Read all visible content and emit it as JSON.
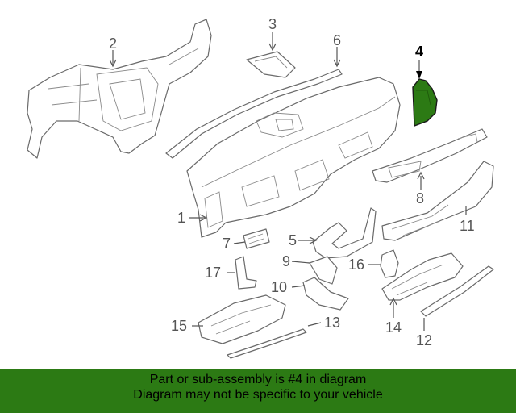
{
  "diagram": {
    "highlighted_callout": "4",
    "highlight_color": "#2c7a14",
    "callouts": [
      {
        "id": "c1",
        "label": "1"
      },
      {
        "id": "c2",
        "label": "2"
      },
      {
        "id": "c3",
        "label": "3"
      },
      {
        "id": "c4",
        "label": "4"
      },
      {
        "id": "c5",
        "label": "5"
      },
      {
        "id": "c6",
        "label": "6"
      },
      {
        "id": "c7",
        "label": "7"
      },
      {
        "id": "c8",
        "label": "8"
      },
      {
        "id": "c9",
        "label": "9"
      },
      {
        "id": "c10",
        "label": "10"
      },
      {
        "id": "c11",
        "label": "11"
      },
      {
        "id": "c12",
        "label": "12"
      },
      {
        "id": "c13",
        "label": "13"
      },
      {
        "id": "c14",
        "label": "14"
      },
      {
        "id": "c15",
        "label": "15"
      },
      {
        "id": "c16",
        "label": "16"
      },
      {
        "id": "c17",
        "label": "17"
      }
    ]
  },
  "banner": {
    "line1": "Part or sub-assembly is #4 in diagram",
    "line2": "Diagram may not be specific to your vehicle",
    "background": "#2c7a14"
  }
}
